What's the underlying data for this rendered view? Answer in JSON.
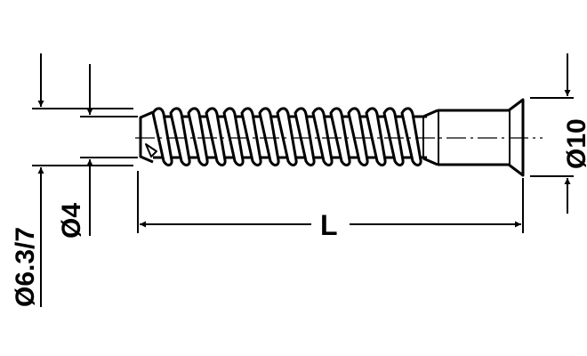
{
  "drawing": {
    "title": "Connecting screw technical drawing",
    "colors": {
      "line": "#000000",
      "background": "#ffffff"
    },
    "labels": {
      "outer_thread_diameter": "Ø6.3/7",
      "core_diameter": "Ø4",
      "head_diameter": "Ø10",
      "length": "L"
    }
  }
}
